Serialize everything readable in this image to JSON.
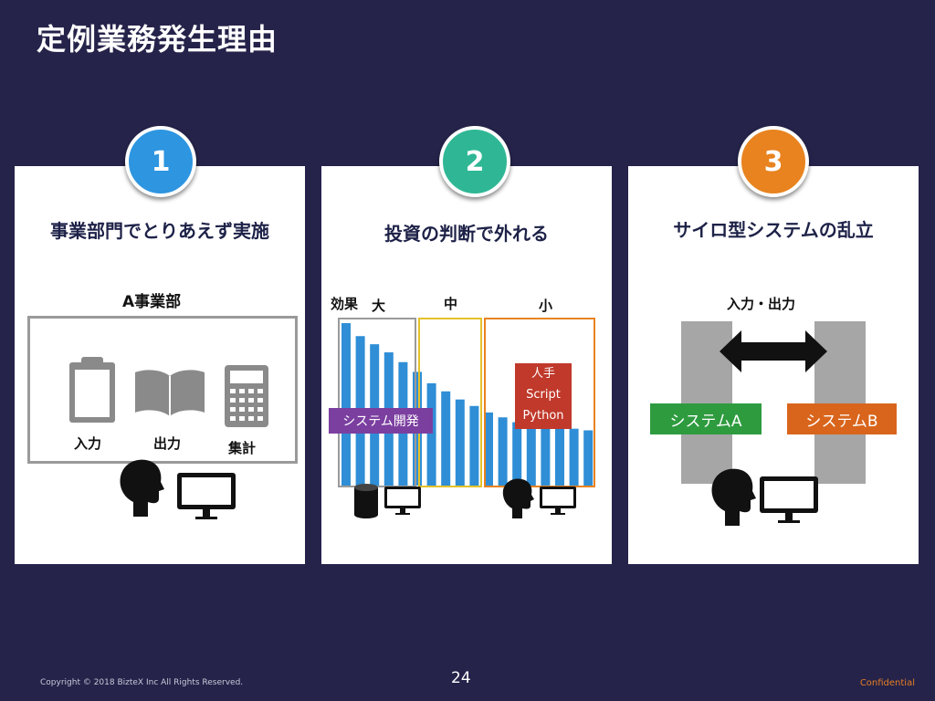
{
  "title": "定例業務発生理由",
  "colors": {
    "badge1": "#2e95e0",
    "badge2": "#2fb795",
    "badge3": "#e8831f",
    "bar": "#2f8ed6",
    "purple": "#7b3fa0",
    "red": "#c0392b",
    "green": "#2e9b3f",
    "orange": "#d9651c"
  },
  "cards": [
    {
      "number": "1",
      "heading": "事業部門でとりあえず実施",
      "dept": "A事業部",
      "labels": [
        "入力",
        "出力",
        "集計"
      ]
    },
    {
      "number": "2",
      "heading": "投資の判断で外れる",
      "effect": "効果",
      "levels": [
        "大",
        "中",
        "小"
      ],
      "system_dev": "システム開発",
      "tools": [
        "人手",
        "Script",
        "Python"
      ]
    },
    {
      "number": "3",
      "heading": "サイロ型システムの乱立",
      "io": "入力・出力",
      "systems": [
        "システムA",
        "システムB"
      ]
    }
  ],
  "chart_data": {
    "type": "bar",
    "values": [
      100,
      92,
      87,
      82,
      76,
      70,
      63,
      58,
      53,
      49,
      45,
      42,
      39,
      38,
      37,
      36,
      35,
      34
    ]
  },
  "footer": {
    "copyright": "Copyright © 2018 BizteX Inc All Rights Reserved.",
    "page": "24",
    "confidential": "Confidential"
  }
}
